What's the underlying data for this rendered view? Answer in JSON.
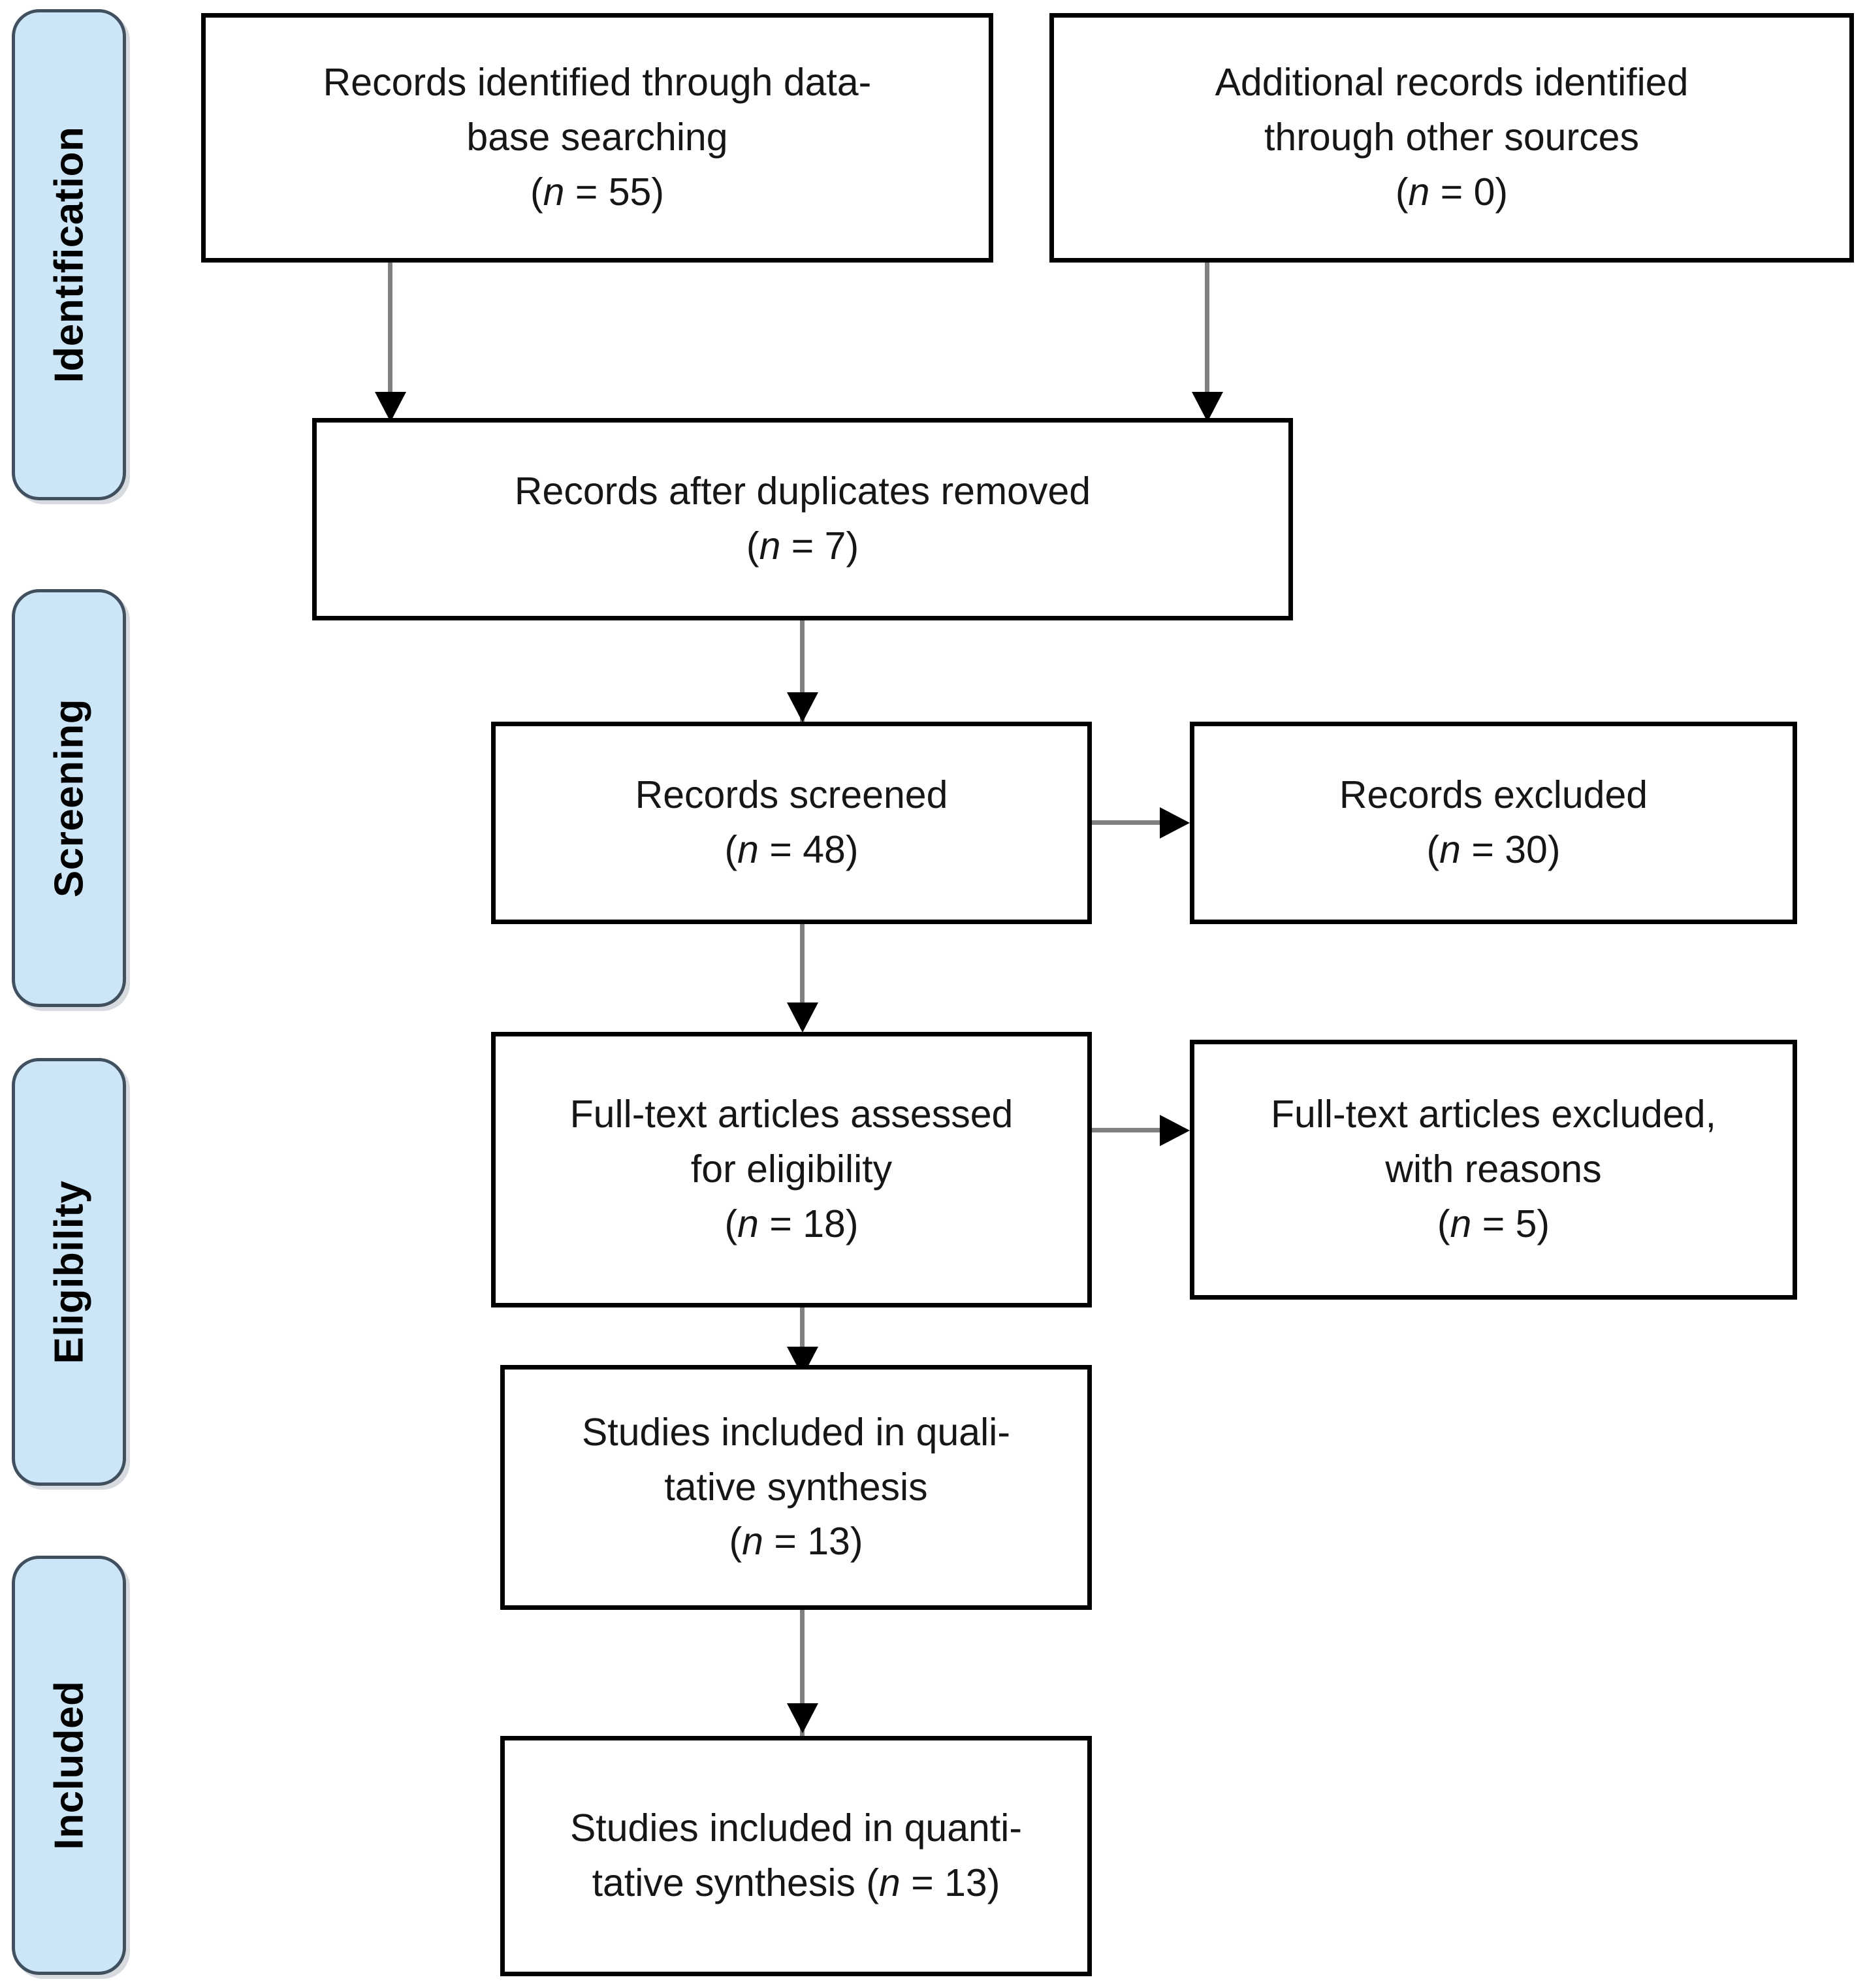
{
  "diagram": {
    "type": "prisma-flow-diagram",
    "accent_color": "#cce6f7",
    "stage_border_color": "#41505e",
    "box_border_color": "#000000",
    "connector_color": "#808080",
    "stages": [
      {
        "label": "Identification"
      },
      {
        "label": "Screening"
      },
      {
        "label": "Eligibility"
      },
      {
        "label": "Included"
      }
    ],
    "boxes": [
      {
        "id": "records-identified-database",
        "text": "Records identified through data-\nbase searching\n(n = 55)",
        "count": 55
      },
      {
        "id": "additional-records-other-sources",
        "text": "Additional records identified\nthrough other sources\n(n = 0)",
        "count": 0
      },
      {
        "id": "records-after-duplicates-removed",
        "text": "Records after duplicates removed\n(n = 7)",
        "count": 7
      },
      {
        "id": "records-screened",
        "text": "Records screened\n(n = 48)",
        "count": 48
      },
      {
        "id": "records-excluded",
        "text": "Records excluded\n(n = 30)",
        "count": 30
      },
      {
        "id": "full-text-assessed",
        "text": "Full-text articles assessed\nfor eligibility\n(n = 18)",
        "count": 18
      },
      {
        "id": "full-text-excluded",
        "text": "Full-text articles excluded,\nwith reasons\n(n = 5)",
        "count": 5
      },
      {
        "id": "studies-qualitative-synthesis",
        "text": "Studies included in quali-\ntative synthesis\n(n = 13)",
        "count": 13
      },
      {
        "id": "studies-quantitative-synthesis",
        "text": "Studies included in quanti-\ntative synthesis (n = 13)",
        "count": 13
      }
    ],
    "connectors": [
      {
        "from": "records-identified-database",
        "to": "records-after-duplicates-removed",
        "direction": "down"
      },
      {
        "from": "additional-records-other-sources",
        "to": "records-after-duplicates-removed",
        "direction": "down"
      },
      {
        "from": "records-after-duplicates-removed",
        "to": "records-screened",
        "direction": "down"
      },
      {
        "from": "records-screened",
        "to": "records-excluded",
        "direction": "right"
      },
      {
        "from": "records-screened",
        "to": "full-text-assessed",
        "direction": "down"
      },
      {
        "from": "full-text-assessed",
        "to": "full-text-excluded",
        "direction": "right"
      },
      {
        "from": "full-text-assessed",
        "to": "studies-qualitative-synthesis",
        "direction": "down"
      },
      {
        "from": "studies-qualitative-synthesis",
        "to": "studies-quantitative-synthesis",
        "direction": "down"
      }
    ]
  }
}
